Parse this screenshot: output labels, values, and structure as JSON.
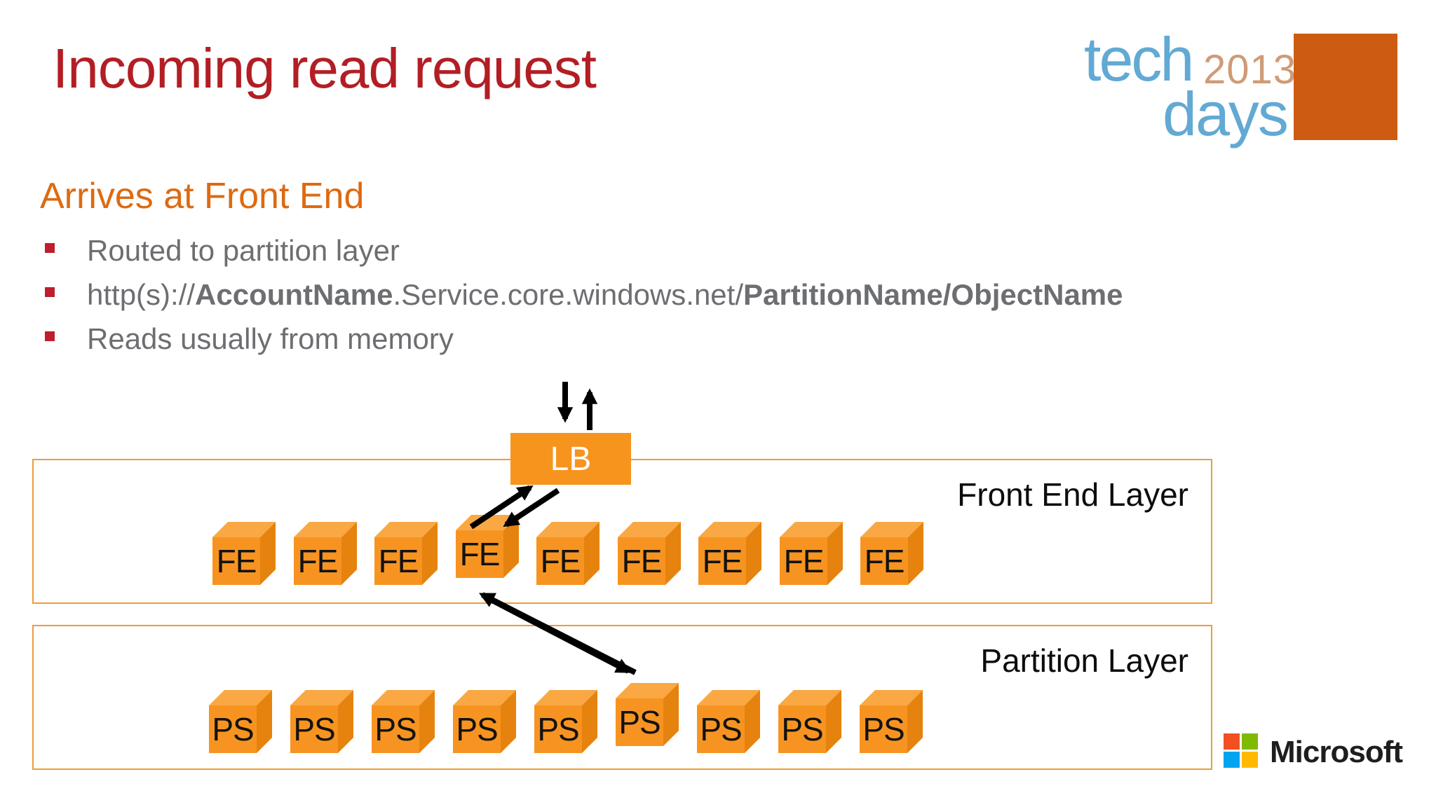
{
  "slide": {
    "title": "Incoming read request",
    "heading": "Arrives at Front End",
    "bullets": {
      "b1": "Routed to partition layer",
      "b3": "Reads usually from memory",
      "url": {
        "prefix": "http(s)://",
        "account": "AccountName",
        "mid": ".Service.core.windows.net/",
        "tail": "PartitionName/ObjectName"
      }
    }
  },
  "techdays_logo": {
    "tech": "tech",
    "year": "2013",
    "days": "days"
  },
  "diagram": {
    "lb_label": "LB",
    "front_end_layer_label": "Front End Layer",
    "partition_layer_label": "Partition Layer",
    "fe_nodes": [
      "FE",
      "FE",
      "FE",
      "FE",
      "FE",
      "FE",
      "FE",
      "FE",
      "FE"
    ],
    "ps_nodes": [
      "PS",
      "PS",
      "PS",
      "PS",
      "PS",
      "PS",
      "PS",
      "PS",
      "PS"
    ],
    "raised_fe_index": 3,
    "raised_ps_index": 5
  },
  "microsoft": {
    "wordmark": "Microsoft"
  },
  "colors": {
    "title_red": "#B21E24",
    "heading_orange": "#DE6A10",
    "body_gray": "#6D6E71",
    "bullet_red": "#BE1E2D",
    "box_orange": "#F7941D",
    "border_orange": "#ED9C39",
    "cube_front": "#F79421",
    "cube_top": "#FAA843",
    "cube_side": "#E5830E",
    "techdays_blue": "#62A9D4",
    "techdays_tan": "#CF9B76",
    "techdays_square": "#CE5B12",
    "ms_red": "#F25022",
    "ms_green": "#7FBA00",
    "ms_blue": "#00A4EF",
    "ms_yellow": "#FFB900"
  }
}
